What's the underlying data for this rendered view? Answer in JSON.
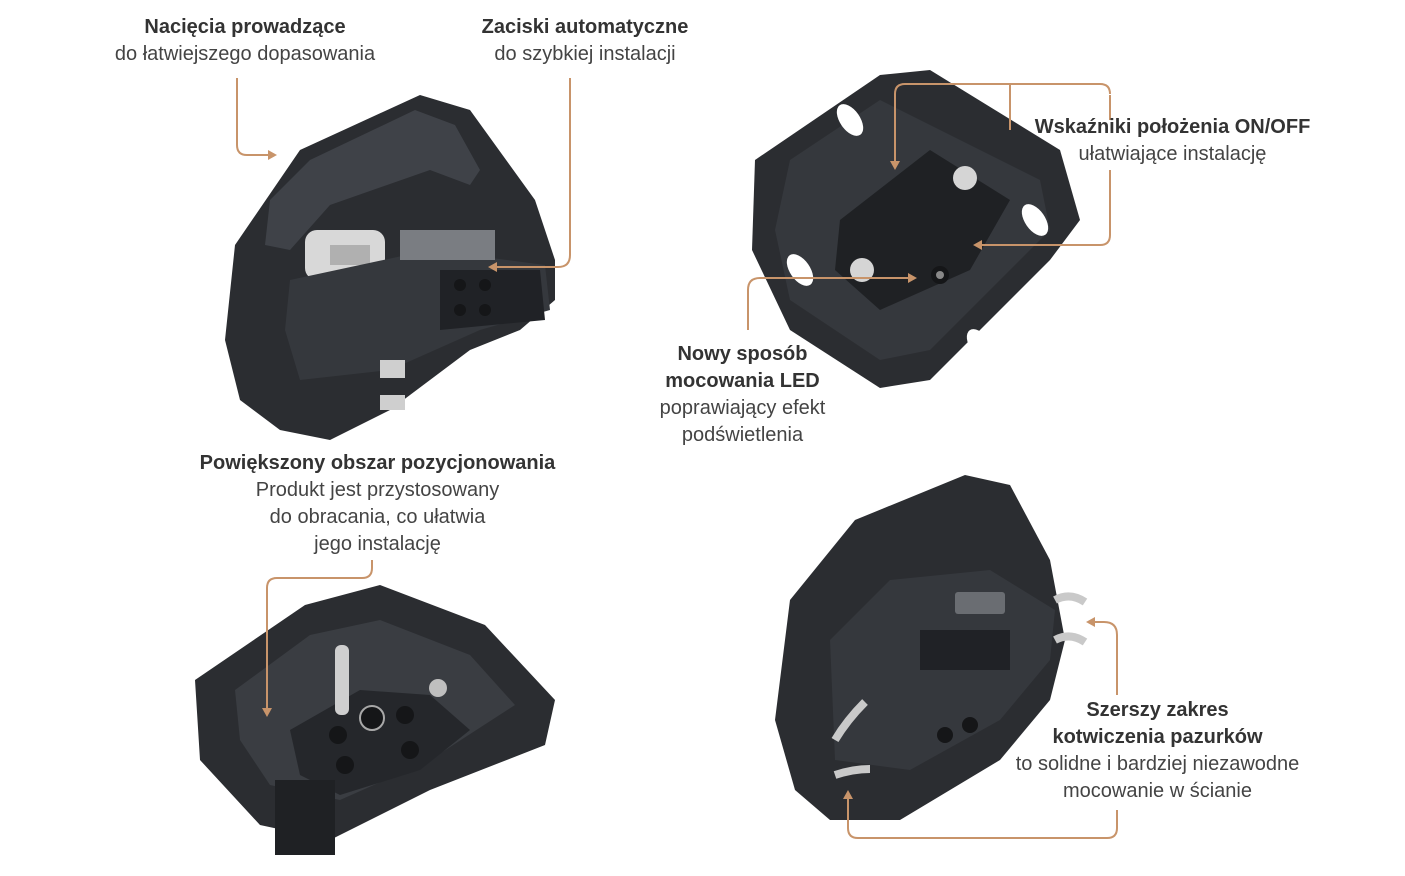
{
  "colors": {
    "accent": "#c8946a",
    "product": "#2b2d31",
    "product_light": "#3f4248",
    "metal": "#c9c9c9",
    "background": "#ffffff"
  },
  "callouts": {
    "guide_notches": {
      "title": "Nacięcia prowadzące",
      "desc": [
        "do łatwiejszego dopasowania"
      ]
    },
    "auto_terminals": {
      "title": "Zaciski automatyczne",
      "desc": [
        "do szybkiej instalacji"
      ]
    },
    "onoff_indicators": {
      "title": "Wskaźniki położenia ON/OFF",
      "desc": [
        "ułatwiające instalację"
      ]
    },
    "led_mount": {
      "title": [
        "Nowy sposób",
        "mocowania LED"
      ],
      "desc": [
        "poprawiający efekt",
        "podświetlenia"
      ]
    },
    "positioning_area": {
      "title": "Powiększony obszar pozycjonowania",
      "desc": [
        "Produkt jest przystosowany",
        "do obracania, co ułatwia",
        "jego instalację"
      ]
    },
    "claw_range": {
      "title": [
        "Szerszy zakres",
        "kotwiczenia pazurków"
      ],
      "desc": [
        "to solidne i bardziej niezawodne",
        "mocowanie w ścianie"
      ]
    }
  }
}
